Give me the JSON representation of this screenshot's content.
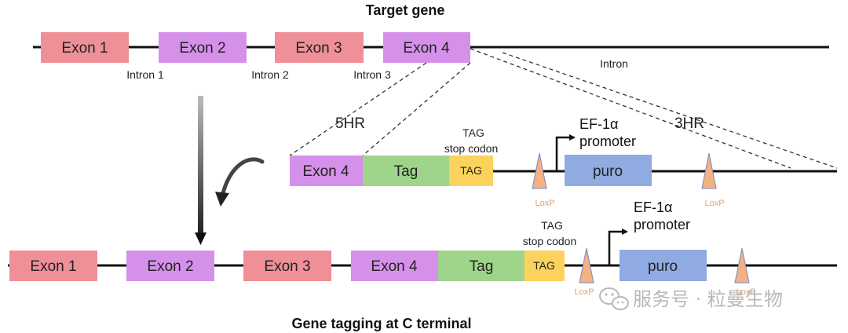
{
  "colors": {
    "exon_odd": "#ef8f98",
    "exon_even": "#d591ea",
    "tag": "#9fd48b",
    "stop": "#fbd35c",
    "puro": "#8fabe2",
    "loxp_fill": "#f4b183",
    "loxp_stroke": "#7a86c4",
    "loxp_text": "#e2a06a",
    "line": "#111111"
  },
  "title_top": "Target gene",
  "title_bottom": "Gene tagging at C terminal",
  "target": {
    "exons": [
      "Exon 1",
      "Exon 2",
      "Exon 3",
      "Exon 4"
    ],
    "introns": [
      "Intron 1",
      "Intron 2",
      "Intron 3",
      "Intron"
    ]
  },
  "donor": {
    "hr5": "5HR",
    "hr3": "3HR",
    "exon": "Exon 4",
    "tag": "Tag",
    "stop": "TAG",
    "stop_caption": [
      "TAG",
      "stop codon"
    ],
    "promoter": [
      "EF-1α",
      "promoter"
    ],
    "puro": "puro",
    "loxp": "LoxP"
  },
  "result": {
    "exons": [
      "Exon 1",
      "Exon 2",
      "Exon 3",
      "Exon 4"
    ],
    "tag": "Tag",
    "stop": "TAG",
    "stop_caption": [
      "TAG",
      "stop codon"
    ],
    "promoter": [
      "EF-1α",
      "promoter"
    ],
    "puro": "puro",
    "loxp": "LoxP"
  },
  "watermark": "服务号 · 粒曼生物"
}
